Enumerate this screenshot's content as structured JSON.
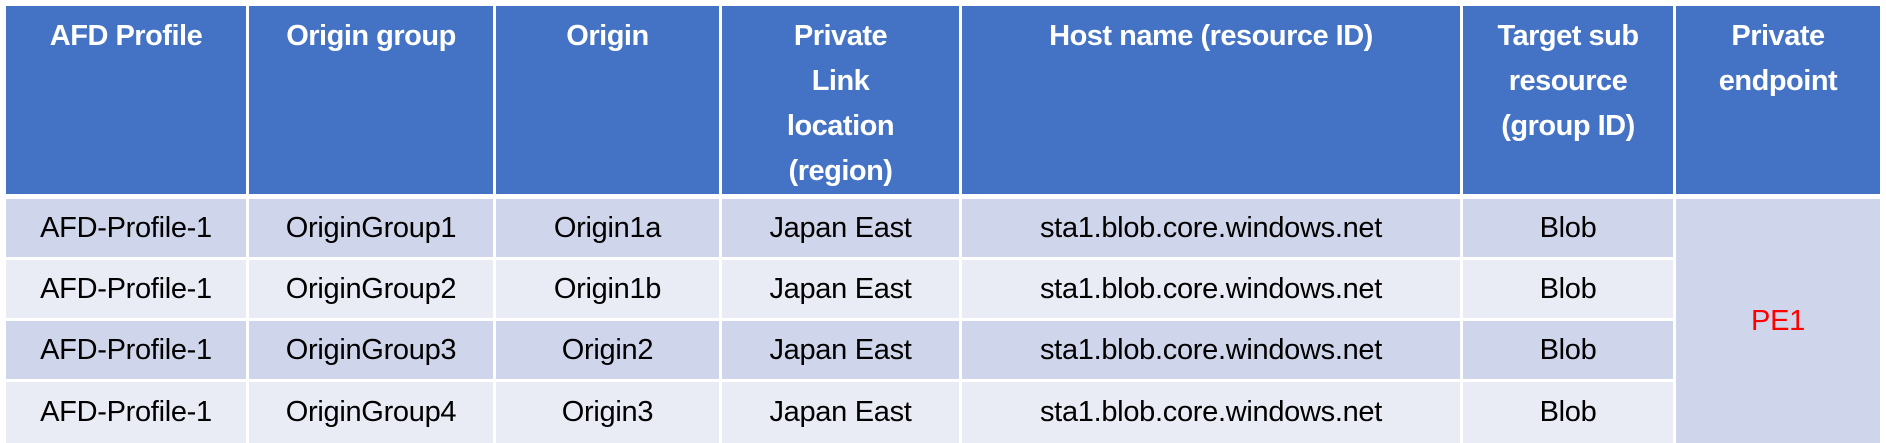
{
  "table": {
    "headers": [
      "AFD Profile",
      "Origin group",
      "Origin",
      "Private Link location (region)",
      "Host name (resource ID)",
      "Target sub resource (group ID)",
      "Private endpoint"
    ],
    "rows": [
      {
        "afd_profile": "AFD-Profile-1",
        "origin_group": "OriginGroup1",
        "origin": "Origin1a",
        "location": "Japan East",
        "host_name": "sta1.blob.core.windows.net",
        "target_sub_resource": "Blob"
      },
      {
        "afd_profile": "AFD-Profile-1",
        "origin_group": "OriginGroup2",
        "origin": "Origin1b",
        "location": "Japan East",
        "host_name": "sta1.blob.core.windows.net",
        "target_sub_resource": "Blob"
      },
      {
        "afd_profile": "AFD-Profile-1",
        "origin_group": "OriginGroup3",
        "origin": "Origin2",
        "location": "Japan East",
        "host_name": "sta1.blob.core.windows.net",
        "target_sub_resource": "Blob"
      },
      {
        "afd_profile": "AFD-Profile-1",
        "origin_group": "OriginGroup4",
        "origin": "Origin3",
        "location": "Japan East",
        "host_name": "sta1.blob.core.windows.net",
        "target_sub_resource": "Blob"
      }
    ],
    "private_endpoint": "PE1"
  },
  "colors": {
    "header_bg": "#4472C4",
    "row_odd_bg": "#CFD5EA",
    "row_even_bg": "#E9EBF5",
    "private_endpoint_text": "#FF0000"
  }
}
